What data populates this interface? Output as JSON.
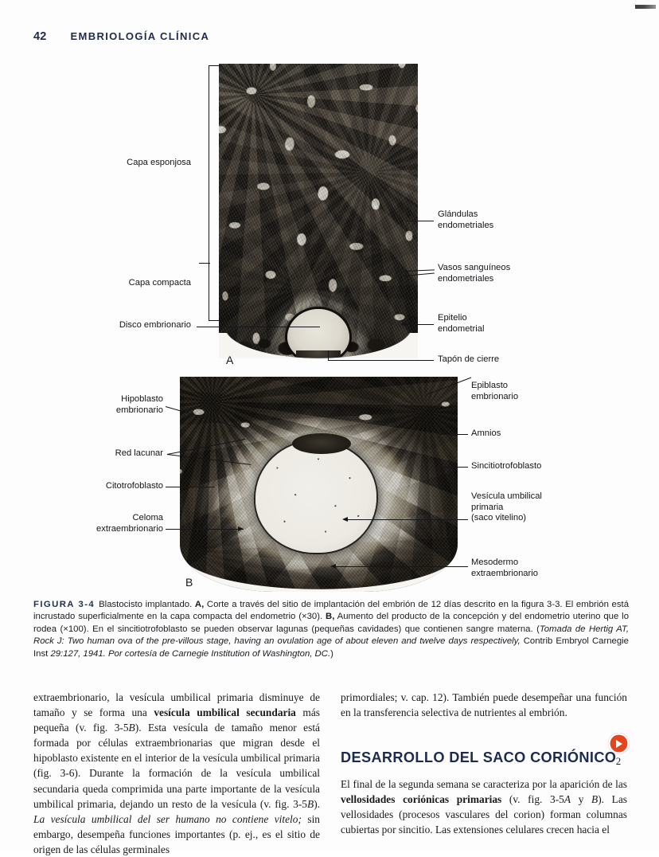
{
  "running_head": {
    "folio": "42",
    "book_title": "EMBRIOLOGÍA CLÍNICA"
  },
  "figure": {
    "panel_a_letter": "A",
    "panel_b_letter": "B",
    "labels_a_left": [
      {
        "name": "capa-esponjosa",
        "text": "Capa esponjosa"
      },
      {
        "name": "capa-compacta",
        "text": "Capa compacta"
      },
      {
        "name": "disco-embrionario",
        "text": "Disco embrionario"
      }
    ],
    "labels_a_right": [
      {
        "name": "glandulas-endometriales",
        "text": "Glándulas\nendometriales"
      },
      {
        "name": "vasos-sanguineos-endometriales",
        "text": "Vasos sanguíneos\nendometriales"
      },
      {
        "name": "epitelio-endometrial",
        "text": "Epitelio\nendometrial"
      },
      {
        "name": "tapon-de-cierre",
        "text": "Tapón de cierre"
      }
    ],
    "labels_b_left": [
      {
        "name": "hipoblasto-embrionario",
        "text": "Hipoblasto\nembrionario"
      },
      {
        "name": "red-lacunar",
        "text": "Red lacunar"
      },
      {
        "name": "citotrofoblasto",
        "text": "Citotrofoblasto"
      },
      {
        "name": "celoma-extraembrionario",
        "text": "Celoma\nextraembrionario"
      }
    ],
    "labels_b_right": [
      {
        "name": "epiblasto-embrionario",
        "text": "Epiblasto\nembrionario"
      },
      {
        "name": "amnios",
        "text": "Amnios"
      },
      {
        "name": "sincitiotrofoblasto",
        "text": "Sincitiotrofoblasto"
      },
      {
        "name": "vesicula-umbilical-primaria",
        "text": "Vesícula umbilical\nprimaria\n(saco vitelino)"
      },
      {
        "name": "mesodermo-extraembrionario",
        "text": "Mesodermo\nextraembrionario"
      }
    ]
  },
  "caption": {
    "figure_number": "FIGURA 3-4",
    "part1": "Blastocisto implantado. ",
    "bold_a": "A,",
    "part2": " Corte a través del sitio de implantación del embrión de 12 días descrito en la figura 3-3. El embrión está incrustado superficialmente en la capa compacta del endometrio (×30). ",
    "bold_b": "B,",
    "part3": " Aumento del producto de la concepción y del endometrio uterino que lo rodea (×100). En el sincitiotrofoblasto se pueden observar lagunas (pequeñas cavidades) que contienen sangre materna. (",
    "source_italic": "Tomada de Hertig AT, Rock J: Two human ova of the pre-villous stage, having an ovulation age of about eleven and twelve days respectively,",
    "source_plain": " Contrib Embryol Carnegie Inst ",
    "source_italic2": "29:127, 1941. Por cortesía de Carnegie Institution of Washington, DC.",
    "source_close": ")"
  },
  "body": {
    "left_column": {
      "p1_a": "extraembrionario, la vesícula umbilical primaria disminuye de tamaño y se forma una ",
      "p1_bold": "vesícula umbilical secundaria",
      "p1_b": " más pequeña (v. fig. 3-5",
      "p1_i1": "B",
      "p1_c": "). Esta vesícula de tamaño menor está formada por células extraembrionarias que migran desde el hipoblasto existente en el interior de la vesícula umbilical primaria (fig. 3-6). Durante la formación de la vesícula umbilical secundaria queda comprimida una parte importante de la vesícula umbilical primaria, dejando un resto de la vesícula (v. fig. 3-5",
      "p1_i2": "B",
      "p1_d": "). ",
      "p1_i3": "La vesícula umbilical del ser humano no contiene vitelo;",
      "p1_e": " sin embargo, desempeña funciones importantes (p. ej., es el sitio de origen de las células germinales"
    },
    "right_column": {
      "p2": "primordiales; v. cap. 12). También puede desempeñar una función en la transferencia selectiva de nutrientes al embrión.",
      "heading": "DESARROLLO DEL SACO CORIÓNICO",
      "p3_a": "El final de la segunda semana se caracteriza por la aparición de las ",
      "p3_bold": "vellosidades coriónicas primarias",
      "p3_b": " (v. fig. 3-5",
      "p3_i1": "A",
      "p3_c": " y ",
      "p3_i2": "B",
      "p3_d": "). Las vellosidades (procesos vasculares del corion) forman columnas cubiertas por sincitio. Las extensiones celulares crecen hacia el"
    }
  },
  "media_cue": {
    "number": "2",
    "icon": "play-circle-icon",
    "color": "#e5451d"
  }
}
